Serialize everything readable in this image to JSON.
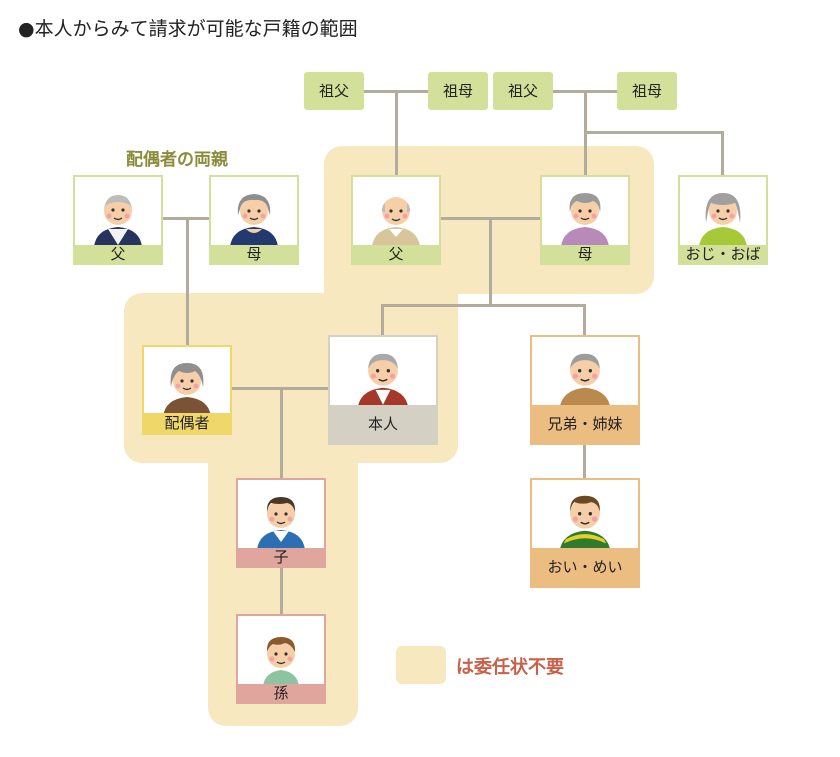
{
  "title": "●本人からみて請求が可能な戸籍の範囲",
  "spouse_parents_heading": "配偶者の両親",
  "grandparents": {
    "paternal_grandfather": "祖父",
    "paternal_grandmother": "祖母",
    "maternal_grandfather": "祖父",
    "maternal_grandmother": "祖母"
  },
  "people": {
    "spouse_father": "父",
    "spouse_mother": "母",
    "father": "父",
    "mother": "母",
    "uncle_aunt": "おじ・おば",
    "spouse": "配偶者",
    "self": "本人",
    "siblings": "兄弟・姉妹",
    "nephew_niece": "おい・めい",
    "child": "子",
    "grandchild": "孫"
  },
  "legend": {
    "text": "は委任状不要",
    "highlight_color": "#f8e8c0"
  },
  "colors": {
    "green": "#d3e09a",
    "yellow": "#f0d76a",
    "gray": "#d5d0c4",
    "orange": "#ecbd80",
    "pink": "#e0a59c",
    "line": "#b3ab9c",
    "heading": "#8a8c3a",
    "legend_text": "#c8604a"
  }
}
